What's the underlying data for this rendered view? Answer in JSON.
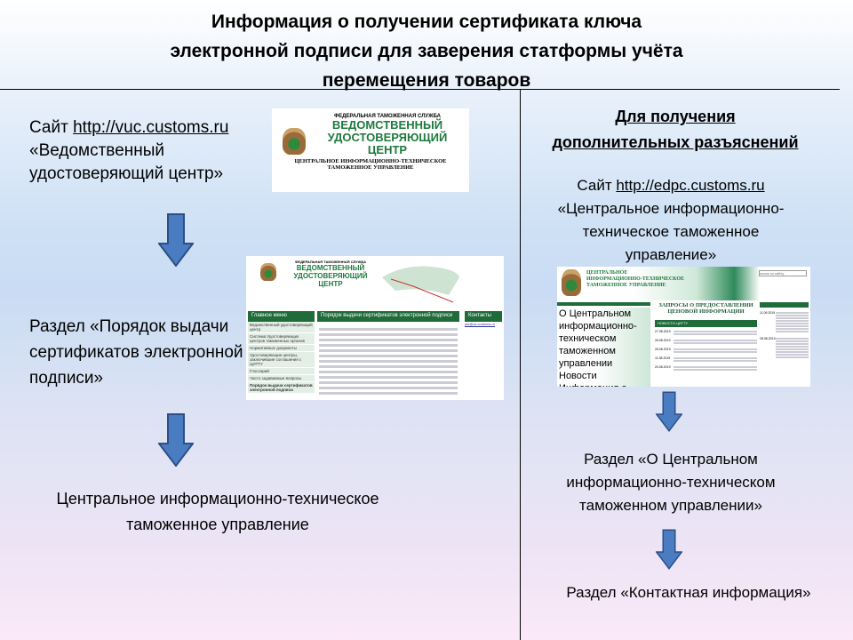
{
  "title": {
    "line1": "Информация о получении сертификата ключа",
    "line2": "электронной подписи для заверения статформы учёта",
    "line3": "перемещения товаров"
  },
  "left": {
    "site_prefix": "Сайт ",
    "site_url": "http://vuc.customs.ru",
    "site_name": "«Ведомственный удостоверяющий центр»",
    "section1": "Раздел «Порядок выдачи сертификатов электронной подписи»",
    "section2": "Центральное информационно-техническое таможенное управление",
    "logo": {
      "top": "ФЕДЕРАЛЬНАЯ ТАМОЖЕННАЯ СЛУЖБА",
      "name1": "ВЕДОМСТВЕННЫЙ",
      "name2": "УДОСТОВЕРЯЮЩИЙ",
      "name3": "ЦЕНТР",
      "sub1": "ЦЕНТРАЛЬНОЕ ИНФОРМАЦИОННО-ТЕХНИЧЕСКОЕ",
      "sub2": "ТАМОЖЕННОЕ УПРАВЛЕНИЕ"
    },
    "screenshot": {
      "menu_title": "Главное меню",
      "menu": [
        "Ведомственный удостоверяющий центр",
        "Система Удостоверяющих центров таможенных органов",
        "Нормативные документы",
        "Удостоверяющие центры, заключившие соглашения с ЦИТТУ",
        "Глоссарий",
        "Часто задаваемые вопросы",
        "Порядок выдачи сертификатов электронной подписи"
      ],
      "content_title": "Порядок выдачи сертификатов электронной подписи",
      "contacts_title": "Контакты",
      "contacts_link": "pki@ca.customs.ru"
    }
  },
  "right": {
    "heading1": "Для получения",
    "heading2": "дополнительных разъяснений",
    "site_prefix": "Сайт ",
    "site_url": "http://edpc.customs.ru",
    "site_name": "«Центральное информационно-техническое таможенное управление»",
    "section1": "Раздел «О Центральном информационно-техническом таможенном управлении»",
    "section2": "Раздел «Контактная информация»",
    "screenshot": {
      "header1": "ЦЕНТРАЛЬНОЕ",
      "header2": "ИНФОРМАЦИОННО-ТЕХНИЧЕСКОЕ",
      "header3": "ТАМОЖЕННОЕ УПРАВЛЕНИЕ",
      "menu": [
        "О Центральном информационно-техническом таможенном управлении",
        "Новости",
        "Информация о"
      ],
      "center_title": "ЗАПРОСЫ О ПРЕДОСТАВЛЕНИИ ЦЕНОВОЙ ИНФОРМАЦИИ",
      "news_title": "НОВОСТИ ЦИТТУ",
      "dates": [
        "27.08.2019",
        "26.08.2019",
        "26.08.2019",
        "11.08.2019",
        "20.08.2019"
      ],
      "side_dates": [
        "11.09.2019",
        "28.08.2019"
      ],
      "search_placeholder": "поиск по сайту"
    }
  },
  "colors": {
    "arrow": "#4a7cc2",
    "arrow_border": "#2d4f86",
    "site_green": "#1f6b3a"
  }
}
